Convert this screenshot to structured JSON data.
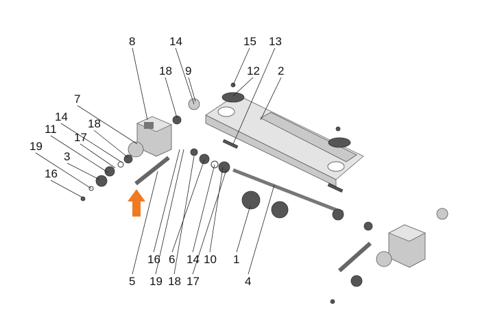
{
  "diagram": {
    "title": "Exploded parts view of drive assembly",
    "labels": [
      "8",
      "14",
      "15",
      "13",
      "18",
      "9",
      "12",
      "2",
      "7",
      "14",
      "18",
      "17",
      "11",
      "19",
      "3",
      "16",
      "16",
      "6",
      "14",
      "10",
      "1",
      "5",
      "19",
      "18",
      "17",
      "4"
    ],
    "arrow_color": "#f07a22"
  }
}
